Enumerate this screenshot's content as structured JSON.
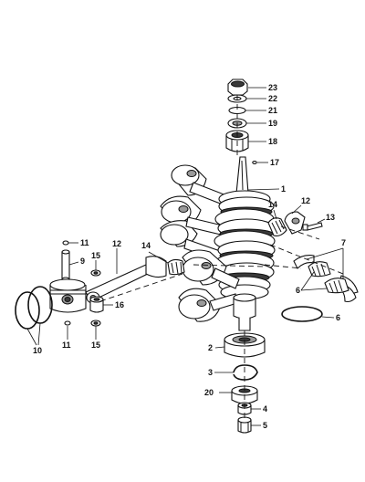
{
  "callouts": [
    {
      "id": "c23",
      "text": "23"
    },
    {
      "id": "c22",
      "text": "22"
    },
    {
      "id": "c21",
      "text": "21"
    },
    {
      "id": "c19",
      "text": "19"
    },
    {
      "id": "c18",
      "text": "18"
    },
    {
      "id": "c17",
      "text": "17"
    },
    {
      "id": "c1",
      "text": "1"
    },
    {
      "id": "c12a",
      "text": "12"
    },
    {
      "id": "c14a",
      "text": "14"
    },
    {
      "id": "c13",
      "text": "13"
    },
    {
      "id": "c7",
      "text": "7"
    },
    {
      "id": "c6a",
      "text": "6"
    },
    {
      "id": "c6b",
      "text": "6"
    },
    {
      "id": "c11a",
      "text": "11"
    },
    {
      "id": "c9",
      "text": "9"
    },
    {
      "id": "c12b",
      "text": "12"
    },
    {
      "id": "c14b",
      "text": "14"
    },
    {
      "id": "c15a",
      "text": "15"
    },
    {
      "id": "c16",
      "text": "16"
    },
    {
      "id": "c10",
      "text": "10"
    },
    {
      "id": "c11b",
      "text": "11"
    },
    {
      "id": "c15b",
      "text": "15"
    },
    {
      "id": "c2",
      "text": "2"
    },
    {
      "id": "c3",
      "text": "3"
    },
    {
      "id": "c20",
      "text": "20"
    },
    {
      "id": "c4",
      "text": "4"
    },
    {
      "id": "c5",
      "text": "5"
    }
  ]
}
